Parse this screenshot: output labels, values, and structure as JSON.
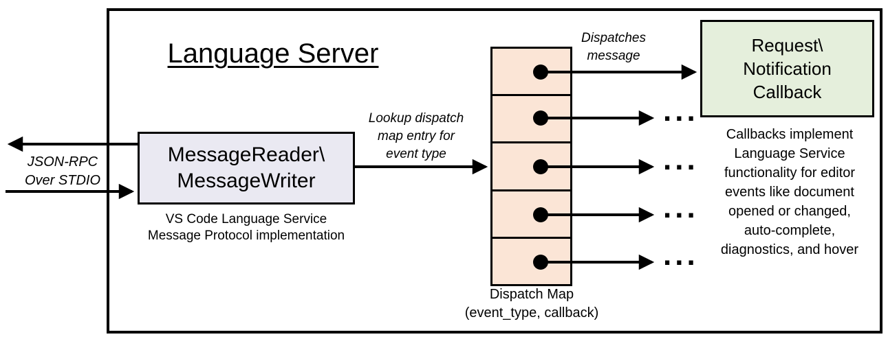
{
  "diagram": {
    "title": "Language Server",
    "message_reader_writer": {
      "label": "MessageReader\\\nMessageWriter",
      "caption": "VS Code Language Service\nMessage Protocol implementation"
    },
    "json_rpc_label": "JSON-RPC\nOver STDIO",
    "lookup_label": "Lookup dispatch\nmap entry for\nevent type",
    "dispatches_label": "Dispatches\nmessage",
    "dispatch_map": {
      "label": "Dispatch Map\n(event_type, callback)",
      "cell_count": 5
    },
    "callback_box": {
      "label": "Request\\\nNotification\nCallback"
    },
    "callbacks_note": "Callbacks implement\nLanguage Service\nfunctionality for editor\nevents like document\nopened or changed,\nauto-complete,\ndiagnostics, and hover",
    "ellipsis": "..."
  },
  "colors": {
    "border": "#000000",
    "message_reader_fill": "#EAE9F2",
    "dispatch_map_fill": "#FBE5D6",
    "callback_fill": "#E5EFDC",
    "background": "#FFFFFF"
  }
}
